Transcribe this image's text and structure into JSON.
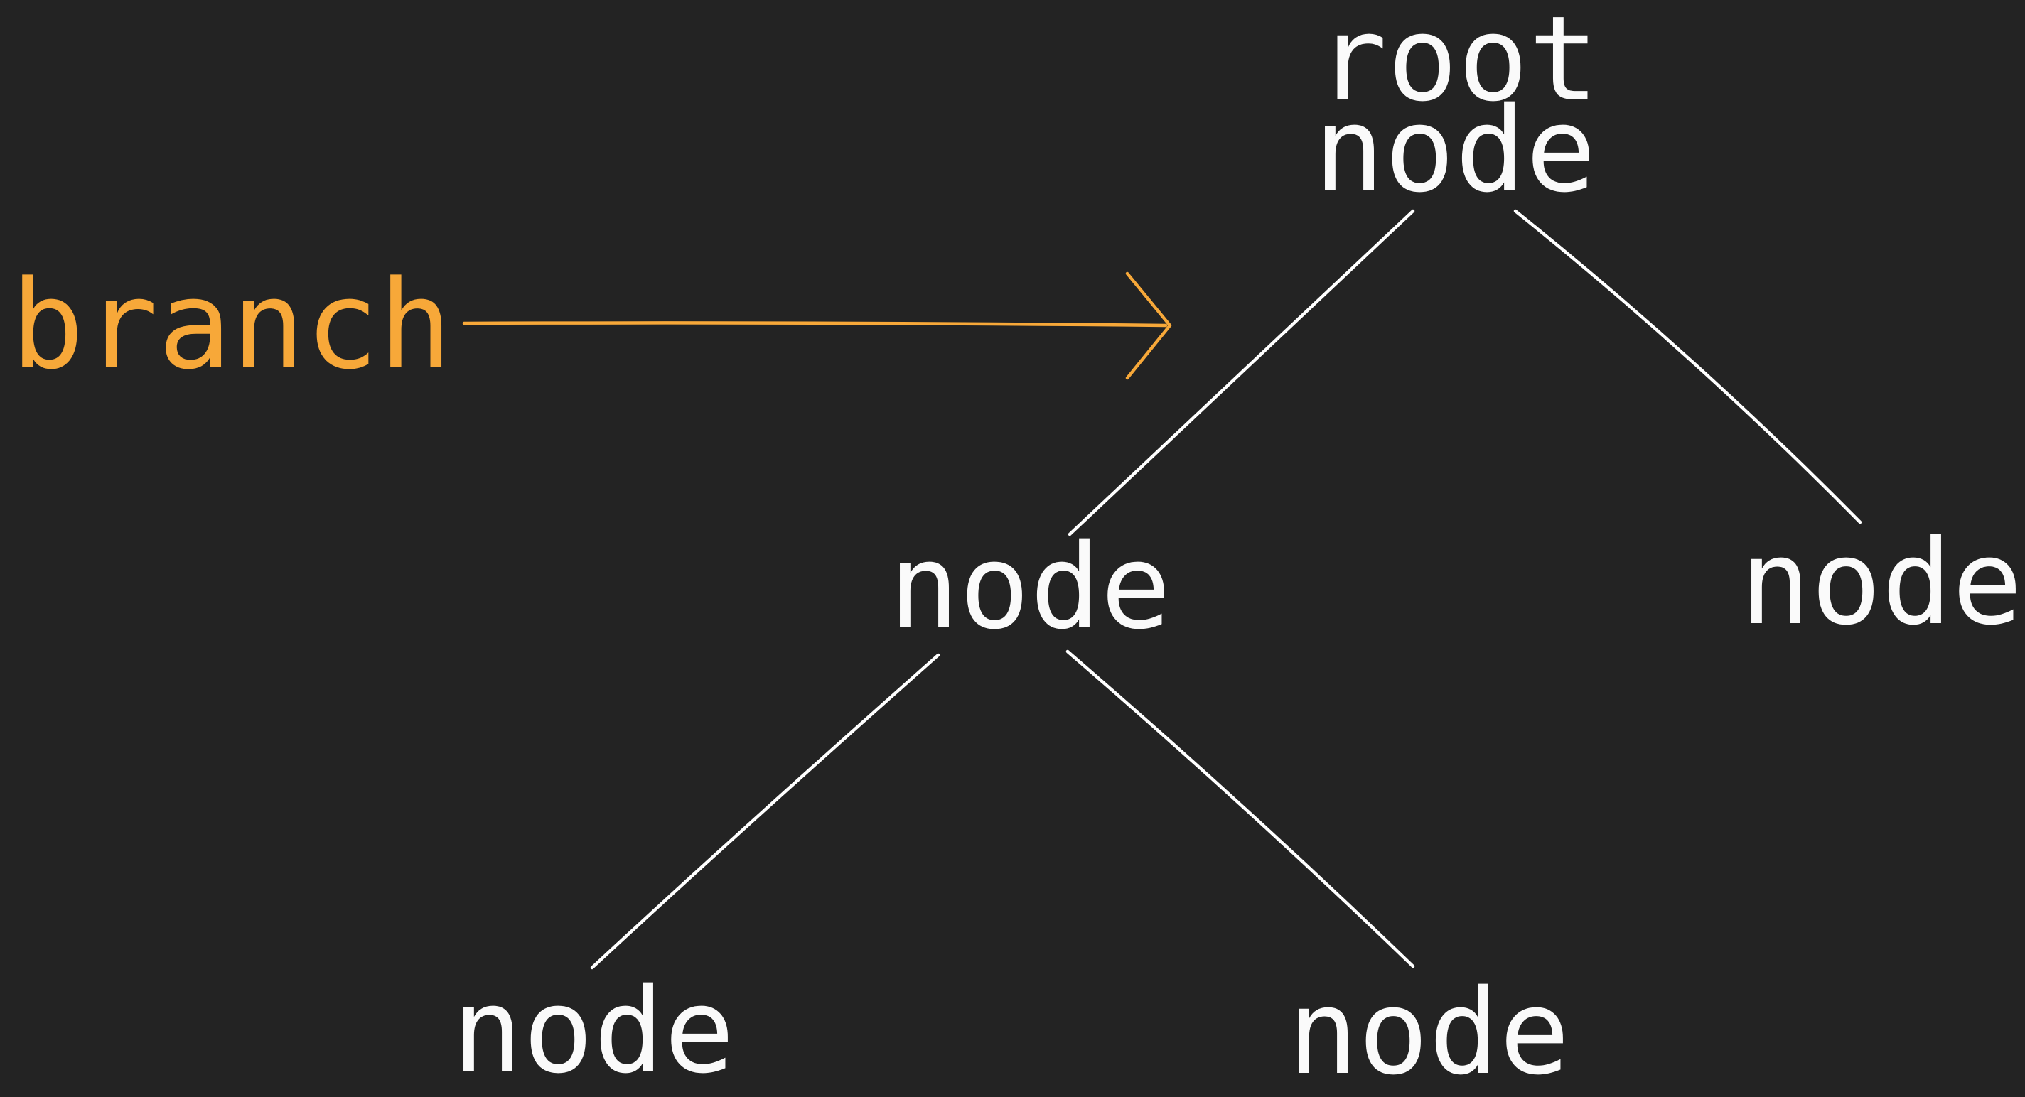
{
  "figure": {
    "title": "binary tree diagram",
    "background_color": "#232323",
    "node_text_color": "#fafafa",
    "edge_color": "#ffffff",
    "annotation_color": "#f7a839"
  },
  "tree": {
    "root": {
      "label_line1": "root",
      "label_line2": "node"
    },
    "children": [
      {
        "id": "left-child",
        "label": "node"
      },
      {
        "id": "right-child",
        "label": "node"
      }
    ],
    "grandchildren": [
      {
        "id": "left-grandchild",
        "label": "node",
        "parent": "left-child"
      },
      {
        "id": "right-grandchild",
        "label": "node",
        "parent": "left-child"
      }
    ],
    "edges": [
      {
        "from": "root",
        "to": "left-child"
      },
      {
        "from": "root",
        "to": "right-child"
      },
      {
        "from": "left-child",
        "to": "left-grandchild"
      },
      {
        "from": "left-child",
        "to": "right-grandchild"
      }
    ]
  },
  "annotation": {
    "label": "branch",
    "target_edge": "root to left-child"
  }
}
